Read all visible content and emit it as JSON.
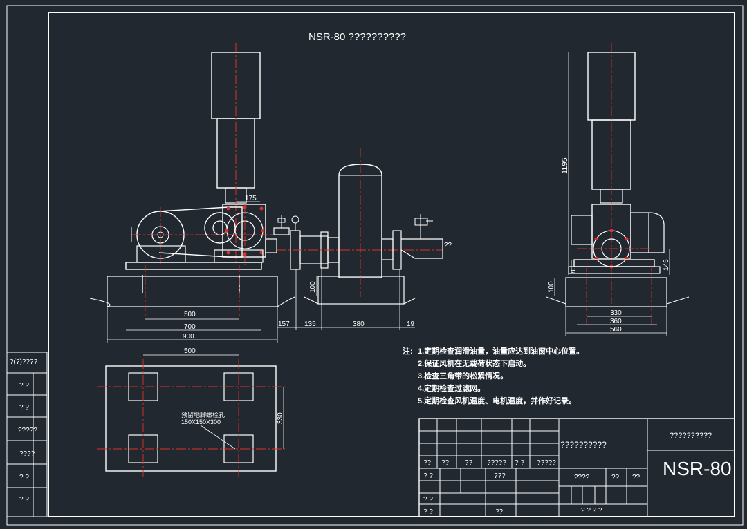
{
  "drawing": {
    "title": "NSR-80 ??????????",
    "model": "NSR-80",
    "colors": {
      "background": "#212830",
      "line": "#ffffff",
      "centerline": "#e0302a",
      "frame": "#ffffff"
    }
  },
  "left_strip": [
    "?(?)????",
    "? ?",
    "? ?",
    "?????",
    "????",
    "? ?",
    "? ?"
  ],
  "front_view": {
    "dims": {
      "d175": "175",
      "d500": "500",
      "d700": "700",
      "d900": "900",
      "d157": "157",
      "d135": "135",
      "d380": "380",
      "d19": "19",
      "d100": "100"
    },
    "pipe_label": "??"
  },
  "side_view": {
    "dims": {
      "d1195": "1195",
      "d80": "80",
      "d145": "145",
      "d100": "100",
      "d330": "330",
      "d360": "360",
      "d560": "560"
    }
  },
  "plan_view": {
    "dims": {
      "d500": "500",
      "d330": "330"
    },
    "hole_label_1": "预留地脚螺栓孔",
    "hole_label_2": "150X150X300"
  },
  "notes": {
    "prefix": "注:",
    "items": [
      "1.定期检查润滑油量，油量应达到油窗中心位置。",
      "2.保证风机在无载荷状态下启动。",
      "3.检查三角带的松紧情况。",
      "4.定期检查过滤网。",
      "5.定期检查风机温度、电机温度，并作好记录。"
    ]
  },
  "title_block": {
    "company": "??????????",
    "drawing_name": "??????????",
    "model": "NSR-80",
    "row1": [
      "??",
      "??",
      "??",
      "?????",
      "? ?",
      "?????"
    ],
    "design": "? ?",
    "std": "???",
    "stage": "????",
    "weight": "??",
    "scale": "??",
    "check": "? ?",
    "approve": "? ?",
    "date": "??",
    "sheet": "?   ?   ?   ?"
  }
}
